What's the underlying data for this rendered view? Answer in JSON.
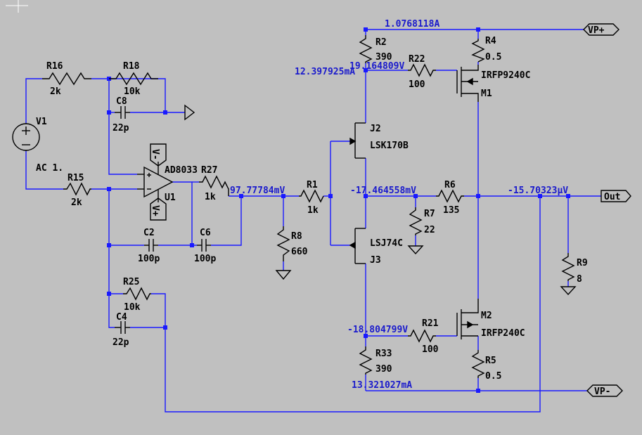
{
  "components": {
    "R16": {
      "name": "R16",
      "value": "2k"
    },
    "R18": {
      "name": "R18",
      "value": "10k"
    },
    "C8": {
      "name": "C8",
      "value": "22p"
    },
    "V1": {
      "name": "V1",
      "value": "AC 1."
    },
    "R15": {
      "name": "R15",
      "value": "2k"
    },
    "U1": {
      "name": "U1",
      "model": "AD8033"
    },
    "R27": {
      "name": "R27",
      "value": "1k"
    },
    "C2": {
      "name": "C2",
      "value": "100p"
    },
    "C6": {
      "name": "C6",
      "value": "100p"
    },
    "R25": {
      "name": "R25",
      "value": "10k"
    },
    "C4": {
      "name": "C4",
      "value": "22p"
    },
    "R1": {
      "name": "R1",
      "value": "1k"
    },
    "R8": {
      "name": "R8",
      "value": "660"
    },
    "R2": {
      "name": "R2",
      "value": "390"
    },
    "R22": {
      "name": "R22",
      "value": "100"
    },
    "R4": {
      "name": "R4",
      "value": "0.5"
    },
    "M1": {
      "name": "M1",
      "model": "IRFP9240C"
    },
    "J2": {
      "name": "J2",
      "model": "LSK170B"
    },
    "J3": {
      "name": "J3",
      "model": "LSJ74C"
    },
    "R6": {
      "name": "R6",
      "value": "135"
    },
    "R7": {
      "name": "R7",
      "value": "22"
    },
    "M2": {
      "name": "M2",
      "model": "IRFP240C"
    },
    "R21": {
      "name": "R21",
      "value": "100"
    },
    "R33": {
      "name": "R33",
      "value": "390"
    },
    "R5": {
      "name": "R5",
      "value": "0.5"
    },
    "R9": {
      "name": "R9",
      "value": "8"
    }
  },
  "opamp_pins": {
    "top": "V-",
    "bottom": "V+"
  },
  "op_point": {
    "i_top": "1.0768118A",
    "i_r2": "12.397925mA",
    "v_r22": "19.164809V",
    "v_r27": "97.77784mV",
    "v_j": "-17.464558mV",
    "v_out": "-15.70323µV",
    "v_r21": "-18.804799V",
    "i_r33": "13.321027mA"
  },
  "net_labels": {
    "vp_plus": "VP+",
    "vp_minus": "VP-",
    "out": "Out"
  },
  "colors": {
    "background": "#c0c0c0",
    "wire": "#1a1aff",
    "symbol": "#000000",
    "annotation": "#1a1acc"
  }
}
